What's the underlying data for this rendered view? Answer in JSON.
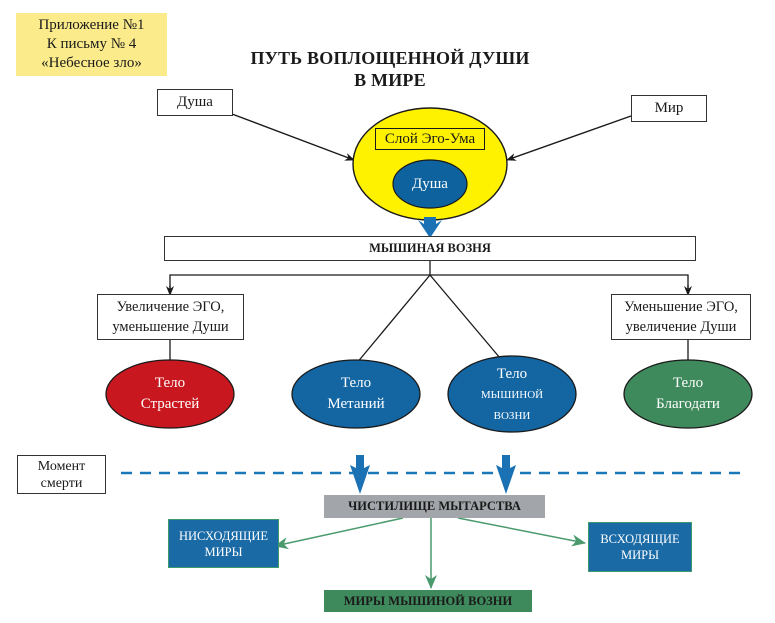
{
  "note": {
    "lines": [
      "Приложение №1",
      "К письму № 4",
      "«Небесное зло»"
    ],
    "color": "#fbeb8b"
  },
  "title": {
    "line1": "ПУТЬ ВОПЛОЩЕННОЙ ДУШИ",
    "line2": "В МИРЕ"
  },
  "inputs": {
    "soul": "Душа",
    "world": "Мир"
  },
  "center": {
    "ego_layer": "Слой Эго-Ума",
    "soul": "Душа",
    "outer_color": "#fff200",
    "inner_color": "#0e639f"
  },
  "mouse_race": {
    "label": "МЫШИНАЯ ВОЗНЯ"
  },
  "branches": {
    "left": {
      "line1": "Увеличение ЭГО,",
      "line2": "уменьшение Души"
    },
    "right": {
      "line1": "Уменьшение ЭГО,",
      "line2": "увеличение Души"
    }
  },
  "bodies": [
    {
      "line1": "Тело",
      "line2": "Страстей",
      "color": "#c8171e"
    },
    {
      "line1": "Тело",
      "line2": "Метаний",
      "color": "#1466a3"
    },
    {
      "line1": "Тело",
      "line2": "мышиной",
      "line3": "возни",
      "color": "#1466a3"
    },
    {
      "line1": "Тело",
      "line2": "Благодати",
      "color": "#3f8a5c"
    }
  ],
  "death": {
    "line1": "Момент",
    "line2": "смерти",
    "dash_color": "#1b78b8"
  },
  "purgatory": {
    "label": "ЧИСТИЛИЩЕ МЫТАРСТВА",
    "color": "#a2a6aa"
  },
  "outcomes": {
    "descending": {
      "line1": "НИСХОДЯЩИЕ",
      "line2": "МИРЫ"
    },
    "ascending": {
      "line1": "ВСХОДЯЩИЕ",
      "line2": "МИРЫ"
    },
    "mouse_worlds": {
      "label": "МИРЫ МЫШИНОЙ ВОЗНИ",
      "color": "#3f8a5c"
    }
  },
  "colors": {
    "arrow_blue": "#1a72b5",
    "arrow_green": "#4a9a6e",
    "line_dark": "#1a1a1a"
  }
}
